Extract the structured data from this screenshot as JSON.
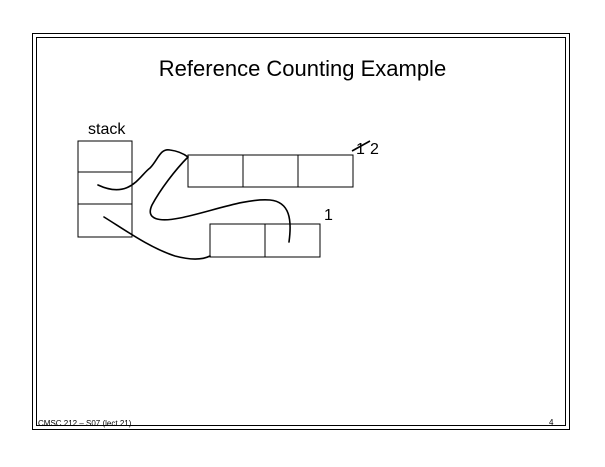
{
  "slide": {
    "title": "Reference Counting Example",
    "footer_course": "CMSC 212 – S07 (lect 21)",
    "page_number": "4"
  },
  "diagram": {
    "stack_label": "stack",
    "upper_object_refcount_old": "1",
    "upper_object_refcount_new": "2",
    "lower_object_refcount": "1"
  }
}
